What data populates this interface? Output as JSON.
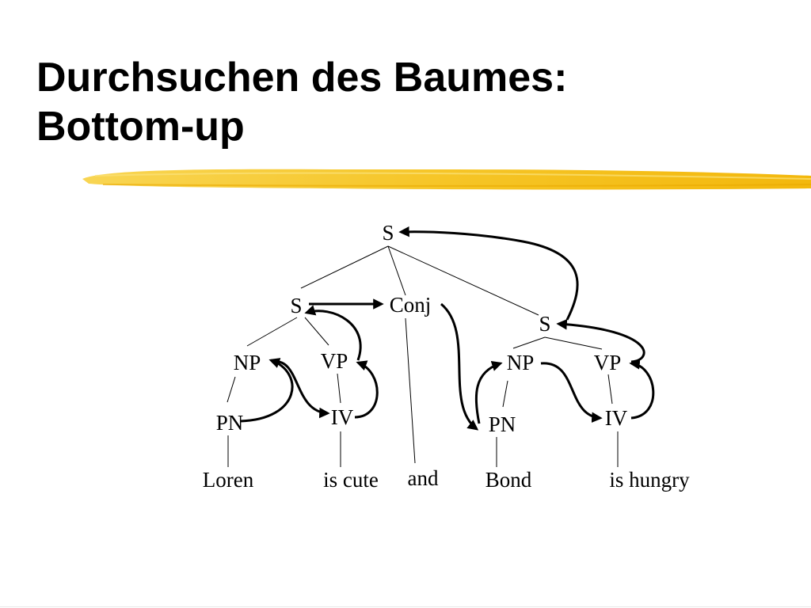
{
  "slide": {
    "title_line_1": "Durchsuchen des Baumes:",
    "title_line_2": "Bottom-up",
    "accent_color": "#f5c21b"
  },
  "tree": {
    "nodes": {
      "s_root": "S",
      "s_left": "S",
      "conj": "Conj",
      "s_right": "S",
      "np_left": "NP",
      "vp_left": "VP",
      "pn_left": "PN",
      "iv_left": "IV",
      "np_right": "NP",
      "vp_right": "VP",
      "pn_right": "PN",
      "iv_right": "IV"
    },
    "words": {
      "loren": "Loren",
      "is_cute": "is cute",
      "and": "and",
      "bond": "Bond",
      "is_hungry": "is hungry"
    }
  }
}
